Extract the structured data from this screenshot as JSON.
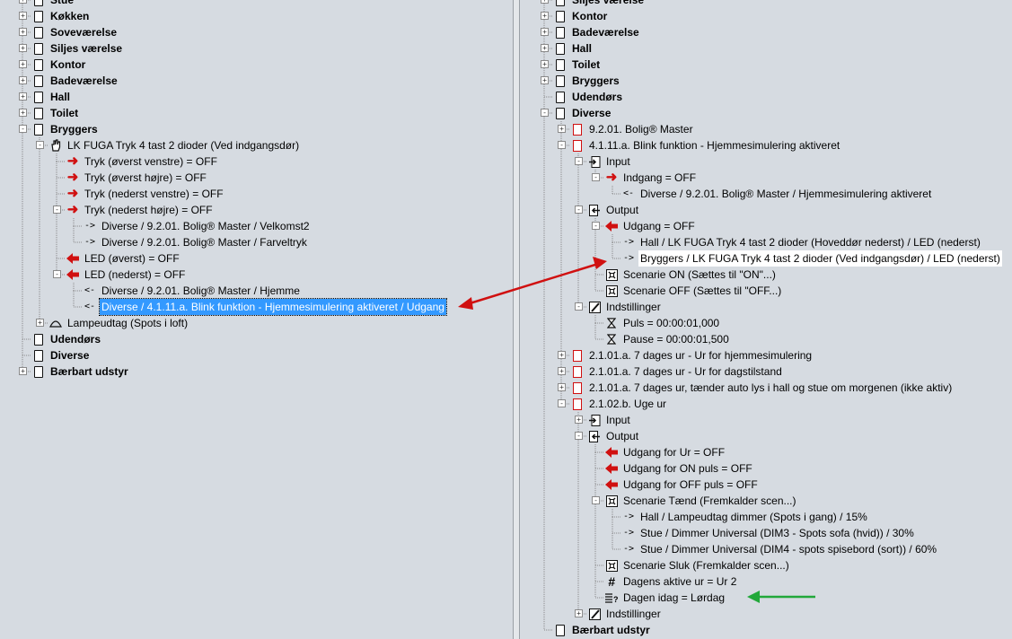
{
  "left_tree": [
    {
      "label": "Stue",
      "depth": 0,
      "icon": "folder-icon",
      "bold": true,
      "exp": "+"
    },
    {
      "label": "Køkken",
      "depth": 0,
      "icon": "folder-icon",
      "bold": true,
      "exp": "+"
    },
    {
      "label": "Soveværelse",
      "depth": 0,
      "icon": "folder-icon",
      "bold": true,
      "exp": "+"
    },
    {
      "label": "Siljes værelse",
      "depth": 0,
      "icon": "folder-icon",
      "bold": true,
      "exp": "+"
    },
    {
      "label": "Kontor",
      "depth": 0,
      "icon": "folder-icon",
      "bold": true,
      "exp": "+"
    },
    {
      "label": "Badeværelse",
      "depth": 0,
      "icon": "folder-icon",
      "bold": true,
      "exp": "+"
    },
    {
      "label": "Hall",
      "depth": 0,
      "icon": "folder-icon",
      "bold": true,
      "exp": "+"
    },
    {
      "label": "Toilet",
      "depth": 0,
      "icon": "folder-icon",
      "bold": true,
      "exp": "+"
    },
    {
      "label": "Bryggers",
      "depth": 0,
      "icon": "folder-icon",
      "bold": true,
      "exp": "-"
    },
    {
      "label": "LK FUGA Tryk 4 tast 2 dioder (Ved indgangsdør)",
      "depth": 1,
      "icon": "hand-icon",
      "exp": "-"
    },
    {
      "label": "Tryk (øverst venstre) = OFF",
      "depth": 2,
      "icon": "arrow-right-icon"
    },
    {
      "label": "Tryk (øverst højre) = OFF",
      "depth": 2,
      "icon": "arrow-right-icon"
    },
    {
      "label": "Tryk (nederst venstre) = OFF",
      "depth": 2,
      "icon": "arrow-right-icon"
    },
    {
      "label": "Tryk (nederst højre) = OFF",
      "depth": 2,
      "icon": "arrow-right-icon",
      "exp": "-"
    },
    {
      "label": "Diverse / 9.2.01. Bolig® Master / Velkomst2",
      "depth": 3,
      "icon": "link-out-icon"
    },
    {
      "label": "Diverse / 9.2.01. Bolig® Master / Farveltryk",
      "depth": 3,
      "icon": "link-out-icon"
    },
    {
      "label": "LED (øverst) = OFF",
      "depth": 2,
      "icon": "arrow-left-icon"
    },
    {
      "label": "LED (nederst) = OFF",
      "depth": 2,
      "icon": "arrow-left-icon",
      "exp": "-"
    },
    {
      "label": "Diverse / 9.2.01. Bolig® Master / Hjemme",
      "depth": 3,
      "icon": "link-in-icon"
    },
    {
      "label": "Diverse / 4.1.11.a. Blink funktion - Hjemmesimulering aktiveret / Udgang",
      "depth": 3,
      "icon": "link-in-icon",
      "selected": true
    },
    {
      "label": "Lampeudtag (Spots i loft)",
      "depth": 1,
      "icon": "lamp-icon",
      "exp": "+"
    },
    {
      "label": "Udendørs",
      "depth": 0,
      "icon": "folder-icon",
      "bold": true
    },
    {
      "label": "Diverse",
      "depth": 0,
      "icon": "folder-icon",
      "bold": true
    },
    {
      "label": "Bærbart udstyr",
      "depth": 0,
      "icon": "folder-icon",
      "bold": true,
      "exp": "+"
    }
  ],
  "right_tree": [
    {
      "label": "Siljes værelse",
      "depth": 0,
      "icon": "folder-icon",
      "bold": true,
      "exp": "+"
    },
    {
      "label": "Kontor",
      "depth": 0,
      "icon": "folder-icon",
      "bold": true,
      "exp": "+"
    },
    {
      "label": "Badeværelse",
      "depth": 0,
      "icon": "folder-icon",
      "bold": true,
      "exp": "+"
    },
    {
      "label": "Hall",
      "depth": 0,
      "icon": "folder-icon",
      "bold": true,
      "exp": "+"
    },
    {
      "label": "Toilet",
      "depth": 0,
      "icon": "folder-icon",
      "bold": true,
      "exp": "+"
    },
    {
      "label": "Bryggers",
      "depth": 0,
      "icon": "folder-icon",
      "bold": true,
      "exp": "+"
    },
    {
      "label": "Udendørs",
      "depth": 0,
      "icon": "folder-icon",
      "bold": true
    },
    {
      "label": "Diverse",
      "depth": 0,
      "icon": "folder-icon",
      "bold": true,
      "exp": "-"
    },
    {
      "label": "9.2.01. Bolig® Master",
      "depth": 1,
      "icon": "module-icon",
      "exp": "+"
    },
    {
      "label": "4.1.11.a. Blink funktion - Hjemmesimulering aktiveret",
      "depth": 1,
      "icon": "module-icon",
      "exp": "-"
    },
    {
      "label": "Input",
      "depth": 2,
      "icon": "input-icon",
      "exp": "-"
    },
    {
      "label": "Indgang = OFF",
      "depth": 3,
      "icon": "arrow-right-icon",
      "exp": "-"
    },
    {
      "label": "Diverse / 9.2.01. Bolig® Master / Hjemmesimulering aktiveret",
      "depth": 4,
      "icon": "link-in-icon"
    },
    {
      "label": "Output",
      "depth": 2,
      "icon": "output-icon",
      "exp": "-"
    },
    {
      "label": "Udgang = OFF",
      "depth": 3,
      "icon": "arrow-left-icon",
      "exp": "-"
    },
    {
      "label": "Hall / LK FUGA Tryk 4 tast 2 dioder (Hoveddør nederst)  / LED (nederst)",
      "depth": 4,
      "icon": "link-out-icon"
    },
    {
      "label": "Bryggers / LK FUGA Tryk 4 tast 2 dioder (Ved indgangsdør)  / LED (nederst)",
      "depth": 4,
      "icon": "link-out-icon",
      "highlighted": true
    },
    {
      "label": "Scenarie ON (Sættes til \"ON\"...)",
      "depth": 3,
      "icon": "scene-icon"
    },
    {
      "label": "Scenarie OFF (Sættes til \"OFF...)",
      "depth": 3,
      "icon": "scene-icon"
    },
    {
      "label": "Indstillinger",
      "depth": 2,
      "icon": "settings-icon",
      "exp": "-"
    },
    {
      "label": "Puls = 00:00:01,000",
      "depth": 3,
      "icon": "hourglass-icon"
    },
    {
      "label": "Pause = 00:00:01,500",
      "depth": 3,
      "icon": "hourglass-icon"
    },
    {
      "label": "2.1.01.a. 7 dages ur - Ur for hjemmesimulering",
      "depth": 1,
      "icon": "module-icon",
      "exp": "+"
    },
    {
      "label": "2.1.01.a. 7 dages ur - Ur for dagstilstand",
      "depth": 1,
      "icon": "module-icon",
      "exp": "+"
    },
    {
      "label": "2.1.01.a. 7 dages ur, tænder auto lys i hall og stue om morgenen (ikke aktiv)",
      "depth": 1,
      "icon": "module-icon",
      "exp": "+"
    },
    {
      "label": "2.1.02.b. Uge ur",
      "depth": 1,
      "icon": "module-icon",
      "exp": "-"
    },
    {
      "label": "Input",
      "depth": 2,
      "icon": "input-icon",
      "exp": "+"
    },
    {
      "label": "Output",
      "depth": 2,
      "icon": "output-icon",
      "exp": "-"
    },
    {
      "label": "Udgang for Ur = OFF",
      "depth": 3,
      "icon": "arrow-left-icon"
    },
    {
      "label": "Udgang for ON puls = OFF",
      "depth": 3,
      "icon": "arrow-left-icon"
    },
    {
      "label": "Udgang for OFF puls = OFF",
      "depth": 3,
      "icon": "arrow-left-icon"
    },
    {
      "label": "Scenarie Tænd (Fremkalder scen...)",
      "depth": 3,
      "icon": "scene-icon",
      "exp": "-"
    },
    {
      "label": "Hall / Lampeudtag dimmer (Spots i gang)  / 15%",
      "depth": 4,
      "icon": "link-out-icon"
    },
    {
      "label": "Stue / Dimmer Universal (DIM3 - Spots sofa (hvid))  / 30%",
      "depth": 4,
      "icon": "link-out-icon"
    },
    {
      "label": "Stue / Dimmer Universal (DIM4 - spots spisebord (sort))  / 60%",
      "depth": 4,
      "icon": "link-out-icon"
    },
    {
      "label": "Scenarie Sluk (Fremkalder scen...)",
      "depth": 3,
      "icon": "scene-icon"
    },
    {
      "label": "Dagens aktive ur = Ur 2",
      "depth": 3,
      "icon": "hash-icon"
    },
    {
      "label": "Dagen idag = Lørdag",
      "depth": 3,
      "icon": "list-question-icon"
    },
    {
      "label": "Indstillinger",
      "depth": 2,
      "icon": "settings-icon",
      "exp": "+"
    },
    {
      "label": "Bærbart udstyr",
      "depth": 0,
      "icon": "folder-icon",
      "bold": true
    }
  ],
  "glyphs": {
    "link_out": "->",
    "link_in": "<-"
  },
  "colors": {
    "red_arrow": "#d01010",
    "green_arrow": "#22a83a",
    "selection": "#3399ff"
  }
}
